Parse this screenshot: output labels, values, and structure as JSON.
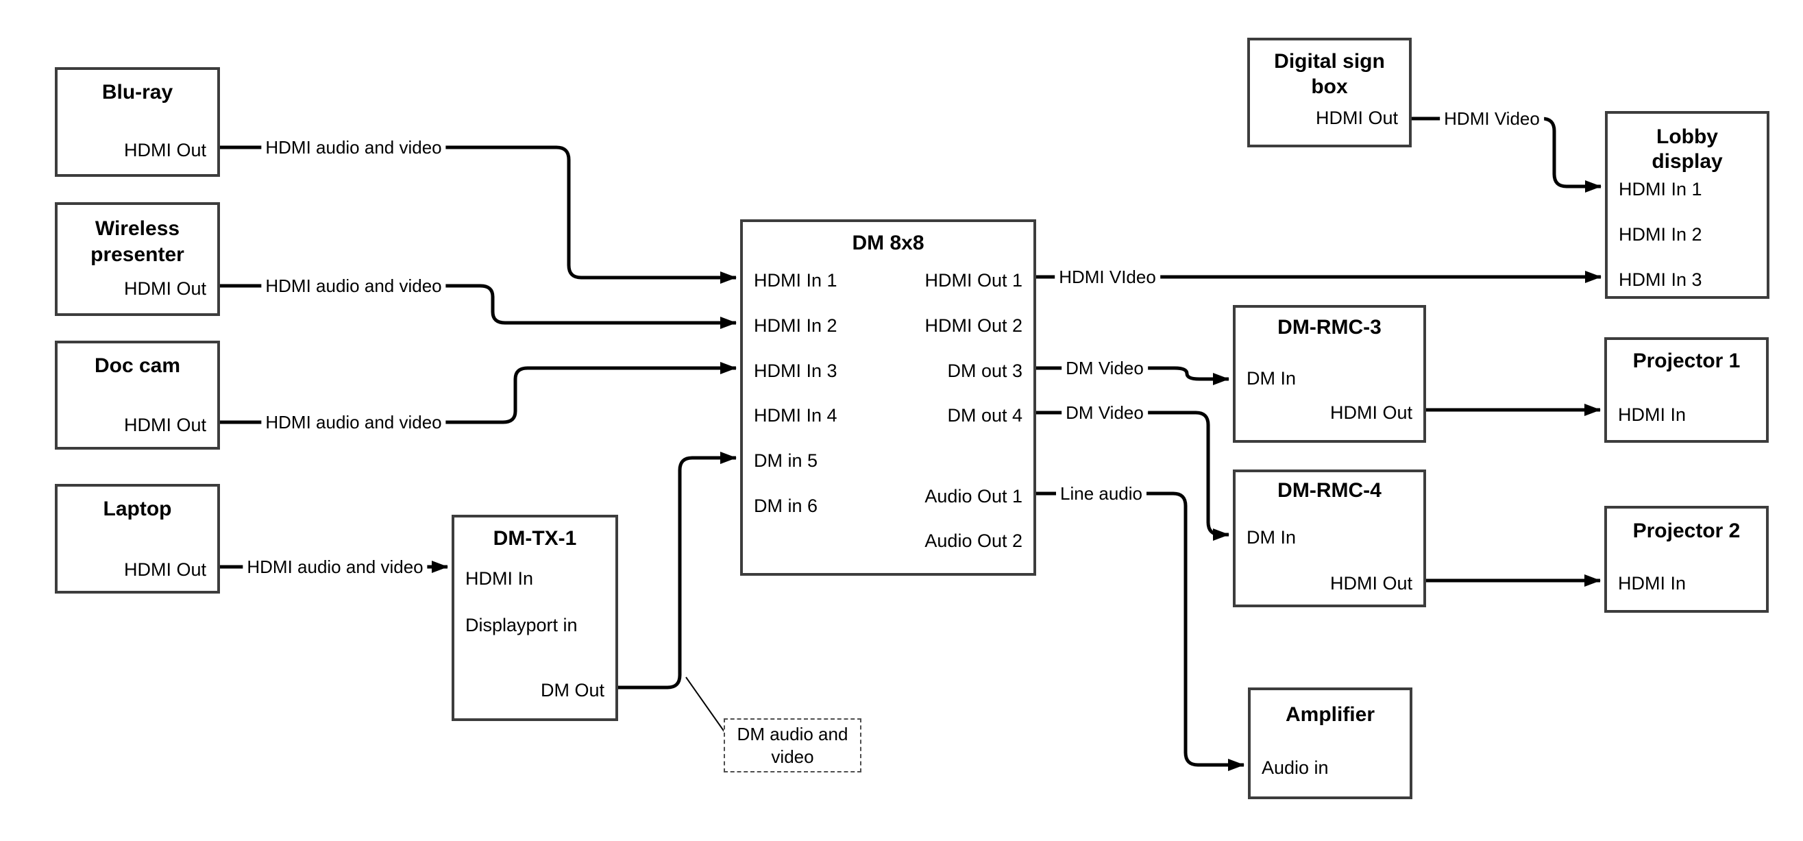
{
  "nodes": {
    "bluray": {
      "title": "Blu-ray",
      "ports": {
        "out": "HDMI Out"
      }
    },
    "wireless_presenter": {
      "title": "Wireless presenter",
      "ports": {
        "out": "HDMI Out"
      }
    },
    "doc_cam": {
      "title": "Doc cam",
      "ports": {
        "out": "HDMI Out"
      }
    },
    "laptop": {
      "title": "Laptop",
      "ports": {
        "out": "HDMI Out"
      }
    },
    "dm_tx_1": {
      "title": "DM-TX-1",
      "ports": {
        "hdmi_in": "HDMI In",
        "displayport_in": "Displayport in",
        "dm_out": "DM Out"
      }
    },
    "dm_8x8": {
      "title": "DM 8x8",
      "ports": {
        "in1": "HDMI In 1",
        "in2": "HDMI In 2",
        "in3": "HDMI In 3",
        "in4": "HDMI In 4",
        "in5": "DM in 5",
        "in6": "DM in 6",
        "out1": "HDMI Out 1",
        "out2": "HDMI Out 2",
        "out3": "DM out 3",
        "out4": "DM out 4",
        "audio_out1": "Audio Out 1",
        "audio_out2": "Audio Out 2"
      }
    },
    "digital_sign_box": {
      "title": "Digital sign box",
      "ports": {
        "out": "HDMI Out"
      }
    },
    "lobby_display": {
      "title": "Lobby display",
      "ports": {
        "in1": "HDMI In 1",
        "in2": "HDMI In 2",
        "in3": "HDMI In 3"
      }
    },
    "dm_rmc_3": {
      "title": "DM-RMC-3",
      "ports": {
        "dm_in": "DM In",
        "hdmi_out": "HDMI Out"
      }
    },
    "dm_rmc_4": {
      "title": "DM-RMC-4",
      "ports": {
        "dm_in": "DM In",
        "hdmi_out": "HDMI Out"
      }
    },
    "projector_1": {
      "title": "Projector 1",
      "ports": {
        "in": "HDMI In"
      }
    },
    "projector_2": {
      "title": "Projector 2",
      "ports": {
        "in": "HDMI In"
      }
    },
    "amplifier": {
      "title": "Amplifier",
      "ports": {
        "in": "Audio in"
      }
    }
  },
  "edge_labels": {
    "bluray_cable": "HDMI audio and video",
    "wireless_cable": "HDMI audio and video",
    "doc_cam_cable": "HDMI audio and video",
    "laptop_cable": "HDMI audio and video",
    "hdmi_out1_cable": "HDMI VIdeo",
    "sign_cable": "HDMI Video",
    "dm_out3_cable": "DM Video",
    "dm_out4_cable": "DM Video",
    "audio_cable": "Line audio"
  },
  "callout": {
    "text": "DM audio and video"
  },
  "colors": {
    "wire": "#000000",
    "box_border": "#3d3d3d",
    "text": "#000000",
    "background": "#ffffff"
  }
}
